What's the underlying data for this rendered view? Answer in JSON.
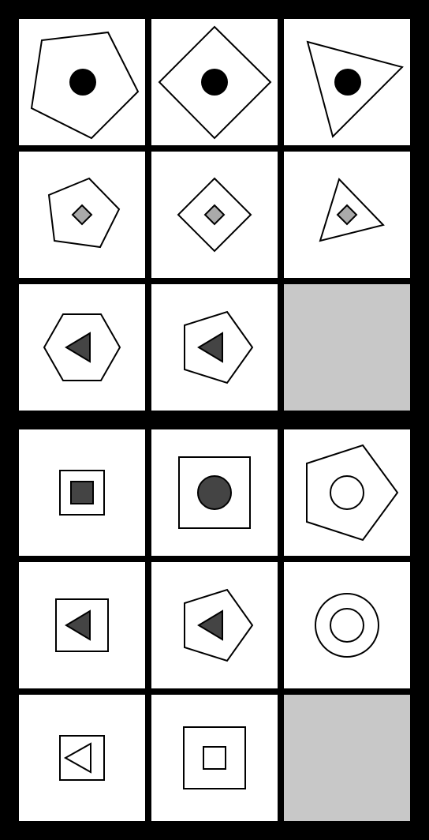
{
  "puzzle": {
    "rows": 6,
    "columns": 3,
    "colors": {
      "background": "#000000",
      "cell": "#ffffff",
      "missing_cell": "#c8c8c8",
      "black_fill": "#000000",
      "dark_fill": "#444444",
      "light_fill": "#aaaaaa"
    },
    "question_matrix": [
      [
        "pentagon-with-black-dot",
        "diamond-with-black-dot",
        "triangle-with-black-dot"
      ],
      [
        "pentagon-with-gray-diamond",
        "diamond-with-gray-diamond",
        "triangle-with-gray-diamond"
      ],
      [
        "hexagon-with-dark-triangle",
        "pentagon-with-dark-triangle",
        "missing"
      ]
    ],
    "answer_options": [
      [
        "square-with-dark-square",
        "square-with-dark-circle",
        "pentagon-with-hollow-circle"
      ],
      [
        "square-with-dark-triangle",
        "pentagon-with-dark-triangle",
        "circle-with-hollow-circle"
      ],
      [
        "square-with-hollow-triangle",
        "square-with-hollow-square",
        "missing"
      ]
    ]
  }
}
